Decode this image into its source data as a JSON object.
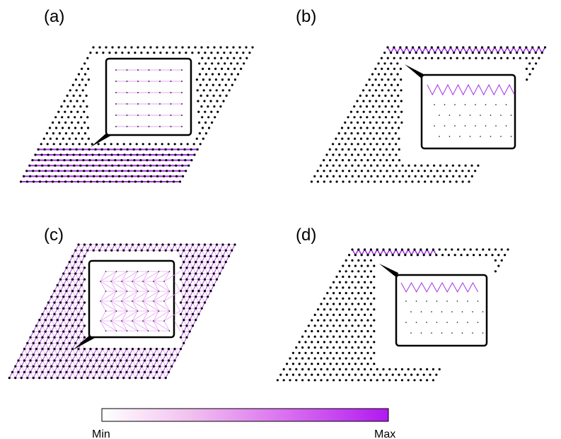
{
  "panels": [
    {
      "label": "(a)",
      "pattern": "horizontal-bonds",
      "bottom_rows_highlighted": 7
    },
    {
      "label": "(b)",
      "pattern": "top-edge-zigzag"
    },
    {
      "label": "(c)",
      "pattern": "full-triangular-lattice"
    },
    {
      "label": "(d)",
      "pattern": "top-edge-zigzag"
    }
  ],
  "colorbar": {
    "min_label": "Min",
    "max_label": "Max",
    "colors": [
      "#ffffff",
      "#f2c2f0",
      "#d96ef0",
      "#b119f0"
    ]
  },
  "colors": {
    "site": "#000000",
    "bond": "#a233e8",
    "bond_light": "#e6a6f4"
  }
}
